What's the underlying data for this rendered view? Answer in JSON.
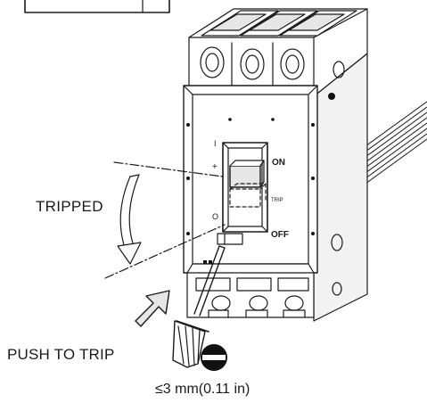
{
  "labels": {
    "tripped": "TRIPPED",
    "push_to_trip": "PUSH TO TRIP",
    "screwdriver_spec": "≤3 mm(0.11 in)",
    "on": "ON",
    "off": "OFF",
    "trip": "TRIP",
    "mark_i": "I",
    "mark_o": "O",
    "mark_plus": "+"
  },
  "colors": {
    "line": "#1a1a1a",
    "fill": "#ffffff",
    "shade": "#e6e6e6",
    "dark": "#111111"
  }
}
